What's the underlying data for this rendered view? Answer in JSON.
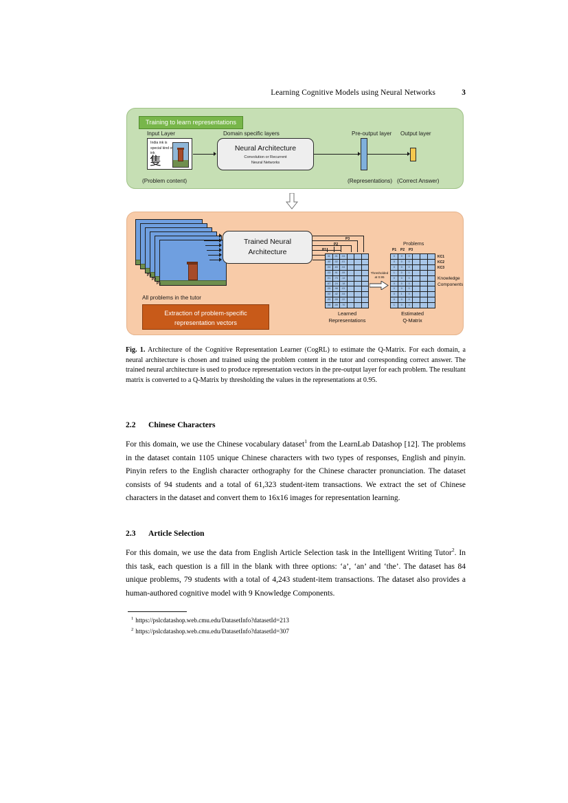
{
  "runhead": {
    "title": "Learning Cognitive Models using Neural Networks",
    "page": "3"
  },
  "figure": {
    "train_panel": {
      "badge": "Training to learn representations",
      "input_layer_label": "Input Layer",
      "problem_card": {
        "text": "India ink is  special kind of ink",
        "glyph": "隻"
      },
      "input_caption": "(Problem content)",
      "domain_layers_label": "Domain specific layers",
      "arch_title": "Neural Architecture",
      "arch_sub_line1": "Convolution or Recurrent",
      "arch_sub_line2": "Neural Networks",
      "preoutput_label": "Pre-output layer",
      "preoutput_caption": "(Representations)",
      "output_label": "Output layer",
      "output_caption": "(Correct Answer)"
    },
    "extract_panel": {
      "stack_caption": "All problems in the tutor",
      "stack_labels": [
        "P3",
        "P2",
        "P1"
      ],
      "extract_box_line1": "Extraction of problem-specific",
      "extract_box_line2": "representation vectors",
      "arch_title_line1": "Trained Neural",
      "arch_title_line2": "Architecture",
      "rep_labels": [
        "P1",
        "P2",
        "P3"
      ],
      "learned_caption_line1": "Learned",
      "learned_caption_line2": "Representations",
      "threshold_label_line1": "Thresholded",
      "threshold_label_line2": "at 0.95",
      "problems_label": "Problems",
      "q_col_headers": [
        "P1",
        "P2",
        "P3"
      ],
      "q_row_headers": [
        "KC1",
        "KC2",
        "KC3"
      ],
      "kc_label_line1": "Knowledge",
      "kc_label_line2": "Components",
      "q_caption_line1": "Estimated",
      "q_caption_line2": "Q-Matrix",
      "learned_matrix_rows": [
        [
          "41",
          ".01",
          ".04"
        ],
        [
          ".40",
          ".02",
          ".01"
        ],
        [
          ".04",
          ".83",
          ".04"
        ],
        [
          ".03",
          ".91",
          ".09"
        ],
        [
          ".01",
          ".73",
          ".14"
        ],
        [
          ".67",
          ".24",
          ".18"
        ],
        [
          ".05",
          ".98",
          ".03"
        ],
        [
          ".02",
          ".42",
          ".04"
        ],
        [
          ".03",
          ".09",
          ".22"
        ],
        [
          ".98",
          ".05",
          ".70"
        ]
      ],
      "q_matrix_rows": [
        [
          "0",
          "0",
          "0"
        ],
        [
          "0",
          "0",
          "0"
        ],
        [
          "0",
          "0",
          "0"
        ],
        [
          "1",
          "0",
          "1"
        ],
        [
          "0",
          "0",
          "0"
        ],
        [
          "0",
          "0",
          "0"
        ],
        [
          "0",
          "0",
          "0"
        ],
        [
          "0",
          "1",
          "0"
        ],
        [
          "0",
          "0",
          "0"
        ],
        [
          "1",
          "0",
          "0"
        ]
      ]
    }
  },
  "caption": {
    "label": "Fig. 1.",
    "text": " Architecture of the Cognitive Representation Learner (CogRL) to estimate the Q-Matrix. For each domain, a neural architecture is chosen and trained using the problem content in the tutor and corresponding correct answer. The trained neural architecture is used to produce representation vectors in the pre-output layer for each problem. The resultant matrix is converted to a Q-Matrix by thresholding the values in the representations at 0.95."
  },
  "sections": {
    "s22": {
      "number": "2.2",
      "title": "Chinese Characters",
      "body_a": "For this domain, we use the Chinese vocabulary dataset",
      "fn_a": "1",
      "body_b": " from the LearnLab Datashop [12]. The problems in the dataset contain 1105 unique Chinese characters with two types of responses, English and pinyin. Pinyin refers to the English character orthography for the Chinese character pronunciation. The dataset consists of 94 students and a total of 61,323 student-item transactions. We extract the set of Chinese characters in the dataset and convert them to 16x16 images for representation learning."
    },
    "s23": {
      "number": "2.3",
      "title": "Article Selection",
      "body_a": "For this domain, we use the data from English Article Selection task in the Intelligent Writing Tutor",
      "fn_a": "2",
      "body_b": ". In this task, each question is a fill in the blank with three options: ‘a’, ‘an’ and ‘the’. The dataset has 84 unique problems, 79 students with a total of 4,243 student-item transactions. The dataset also provides a human-authored cognitive model with 9 Knowledge Components."
    }
  },
  "footnotes": [
    {
      "marker": "1",
      "text": "https://pslcdatashop.web.cmu.edu/DatasetInfo?datasetId=213"
    },
    {
      "marker": "2",
      "text": "https://pslcdatashop.web.cmu.edu/DatasetInfo?datasetId=307"
    }
  ],
  "colors": {
    "train_panel_bg": "#c6dfb4",
    "train_badge_bg": "#78b64a",
    "extract_panel_bg": "#f8cba8",
    "extract_box_bg": "#c85a19",
    "preoutput_bar": "#7fb0dc",
    "output_bar": "#f5c84f",
    "matrix_cell": "#a8c6e8",
    "problem_card": "#6f9fe0"
  }
}
